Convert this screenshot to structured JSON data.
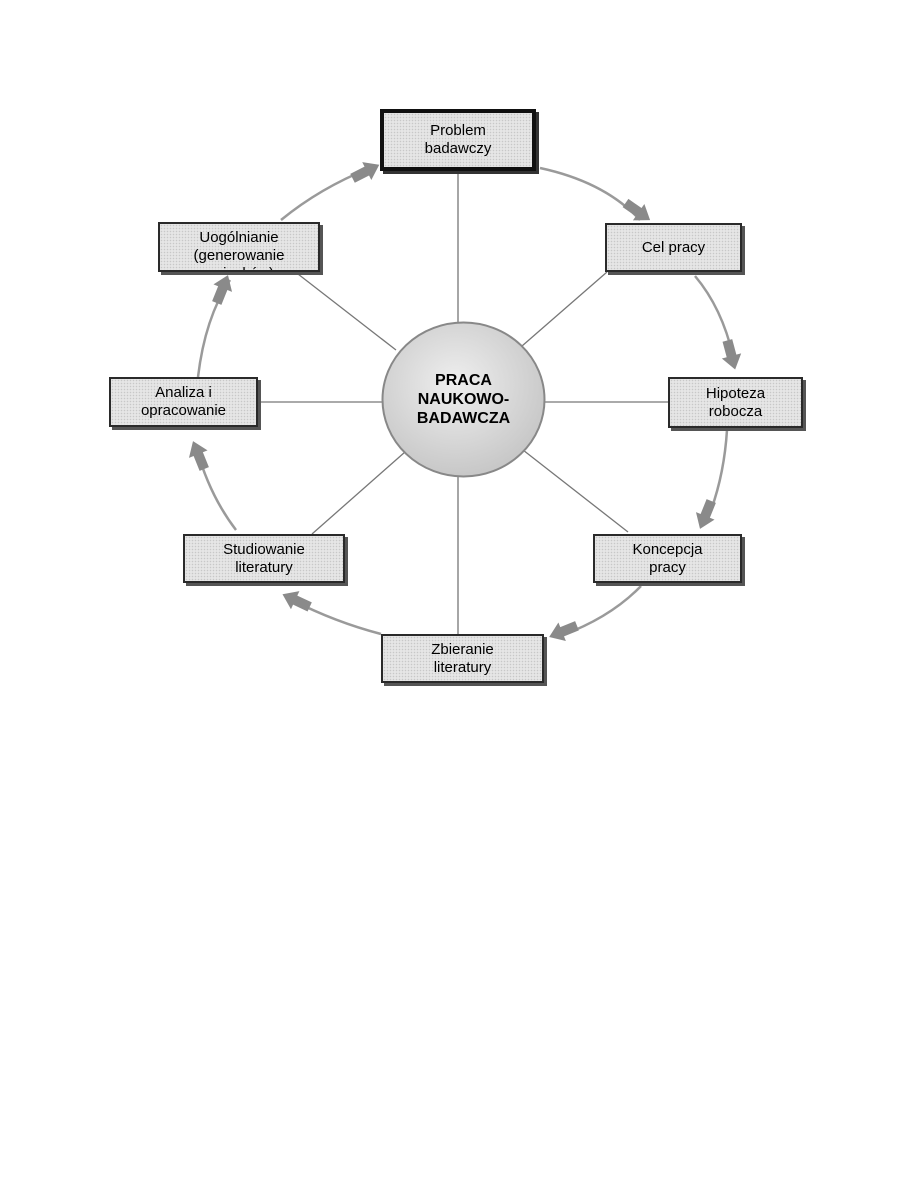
{
  "center_label": "PRACA\nNAUKOWO-\nBADAWCZA",
  "nodes": {
    "problem": "Problem\nbadawczy",
    "cel": "Cel pracy",
    "hipoteza": "Hipoteza\nrobocza",
    "koncepcja": "Koncepcja\npracy",
    "zbieranie": "Zbieranie\nliteratury",
    "studiowanie": "Studiowanie\nliteratury",
    "analiza": "Analiza i\nopracowanie\npracy",
    "uogolnianie": "Uogólnianie\n(generowanie\nwniosków)"
  },
  "colors": {
    "box_fill": "#e6e6e6",
    "arrow": "#8a8a8a",
    "ring": "#9a9a9a",
    "spoke": "#777777",
    "center_fill": "#d9d9d9"
  }
}
